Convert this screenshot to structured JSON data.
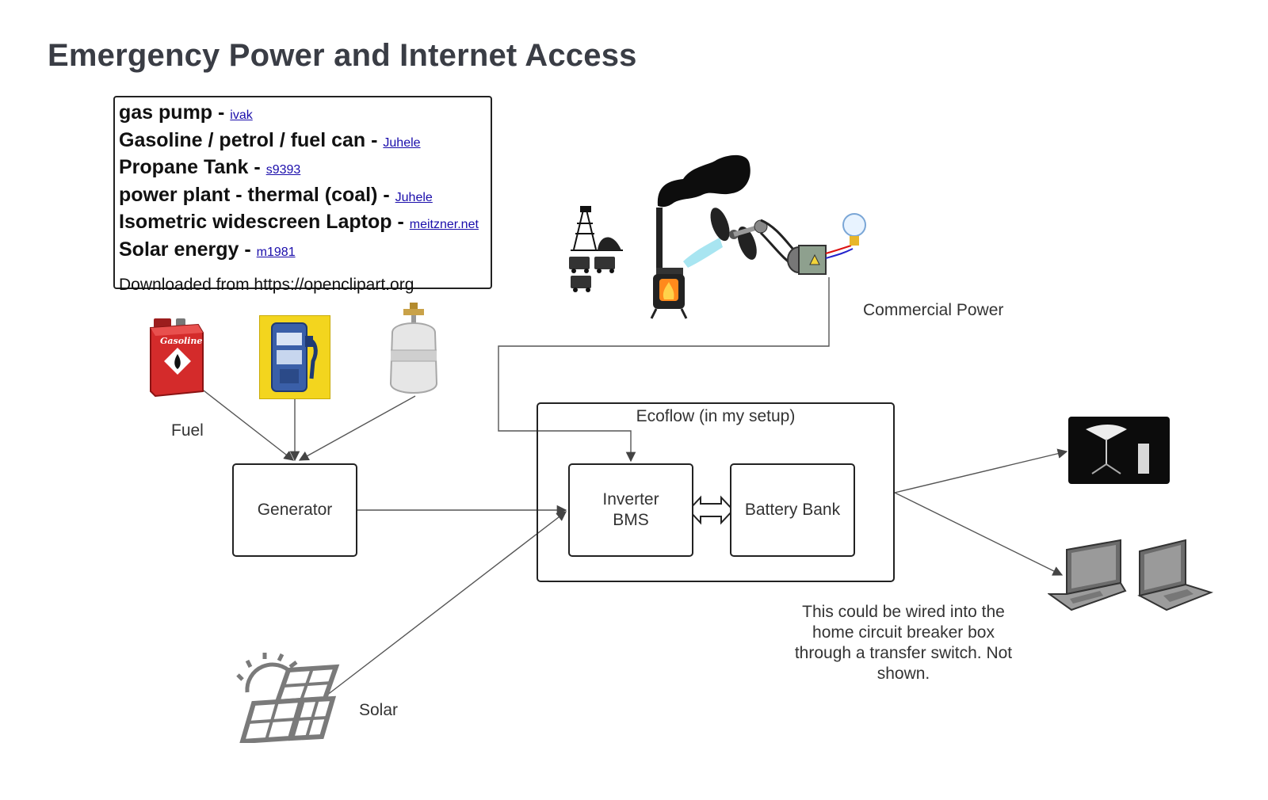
{
  "title": "Emergency Power and Internet Access",
  "credits": {
    "items": [
      {
        "name": "gas pump",
        "author": "ivak"
      },
      {
        "name": "Gasoline / petrol / fuel can",
        "author": "Juhele"
      },
      {
        "name": "Propane Tank",
        "author": "s9393"
      },
      {
        "name": "power plant - thermal (coal)",
        "author": "Juhele"
      },
      {
        "name": "Isometric widescreen Laptop",
        "author": "meitzner.net"
      },
      {
        "name": "Solar energy",
        "author": "m1981"
      }
    ],
    "footer": "Downloaded from https://openclipart.org"
  },
  "labels": {
    "fuel": "Fuel",
    "generator": "Generator",
    "ecoflow": "Ecoflow (in my setup)",
    "inverter": "Inverter BMS",
    "battery": "Battery Bank",
    "commercial_power": "Commercial Power",
    "solar": "Solar",
    "note": "This could be wired into the home circuit breaker box through a transfer switch. Not shown."
  },
  "icons": {
    "gas_can": "gasoline-can-icon",
    "gas_pump": "gas-pump-icon",
    "propane": "propane-tank-icon",
    "power_plant": "coal-power-plant-icon",
    "satellite": "satellite-dish-icon",
    "laptop": "laptop-icon",
    "solar": "solar-panel-icon"
  },
  "colors": {
    "gas_can": "#d42b2b",
    "gas_pump_bg": "#f3d51e",
    "gas_pump_body": "#3a5fa8",
    "propane": "#e6e6e6",
    "link": "#1a0dab",
    "title": "#3a3d45",
    "line": "#555555"
  },
  "edges": [
    {
      "from": "Fuel",
      "to": "Generator"
    },
    {
      "from": "Generator",
      "to": "Inverter BMS"
    },
    {
      "from": "Solar",
      "to": "Inverter BMS"
    },
    {
      "from": "Commercial Power",
      "to": "Inverter BMS"
    },
    {
      "from": "Inverter BMS",
      "to": "Battery Bank",
      "bidirectional": true
    },
    {
      "from": "Ecoflow (in my setup)",
      "to": "satellite"
    },
    {
      "from": "Ecoflow (in my setup)",
      "to": "laptops"
    }
  ]
}
